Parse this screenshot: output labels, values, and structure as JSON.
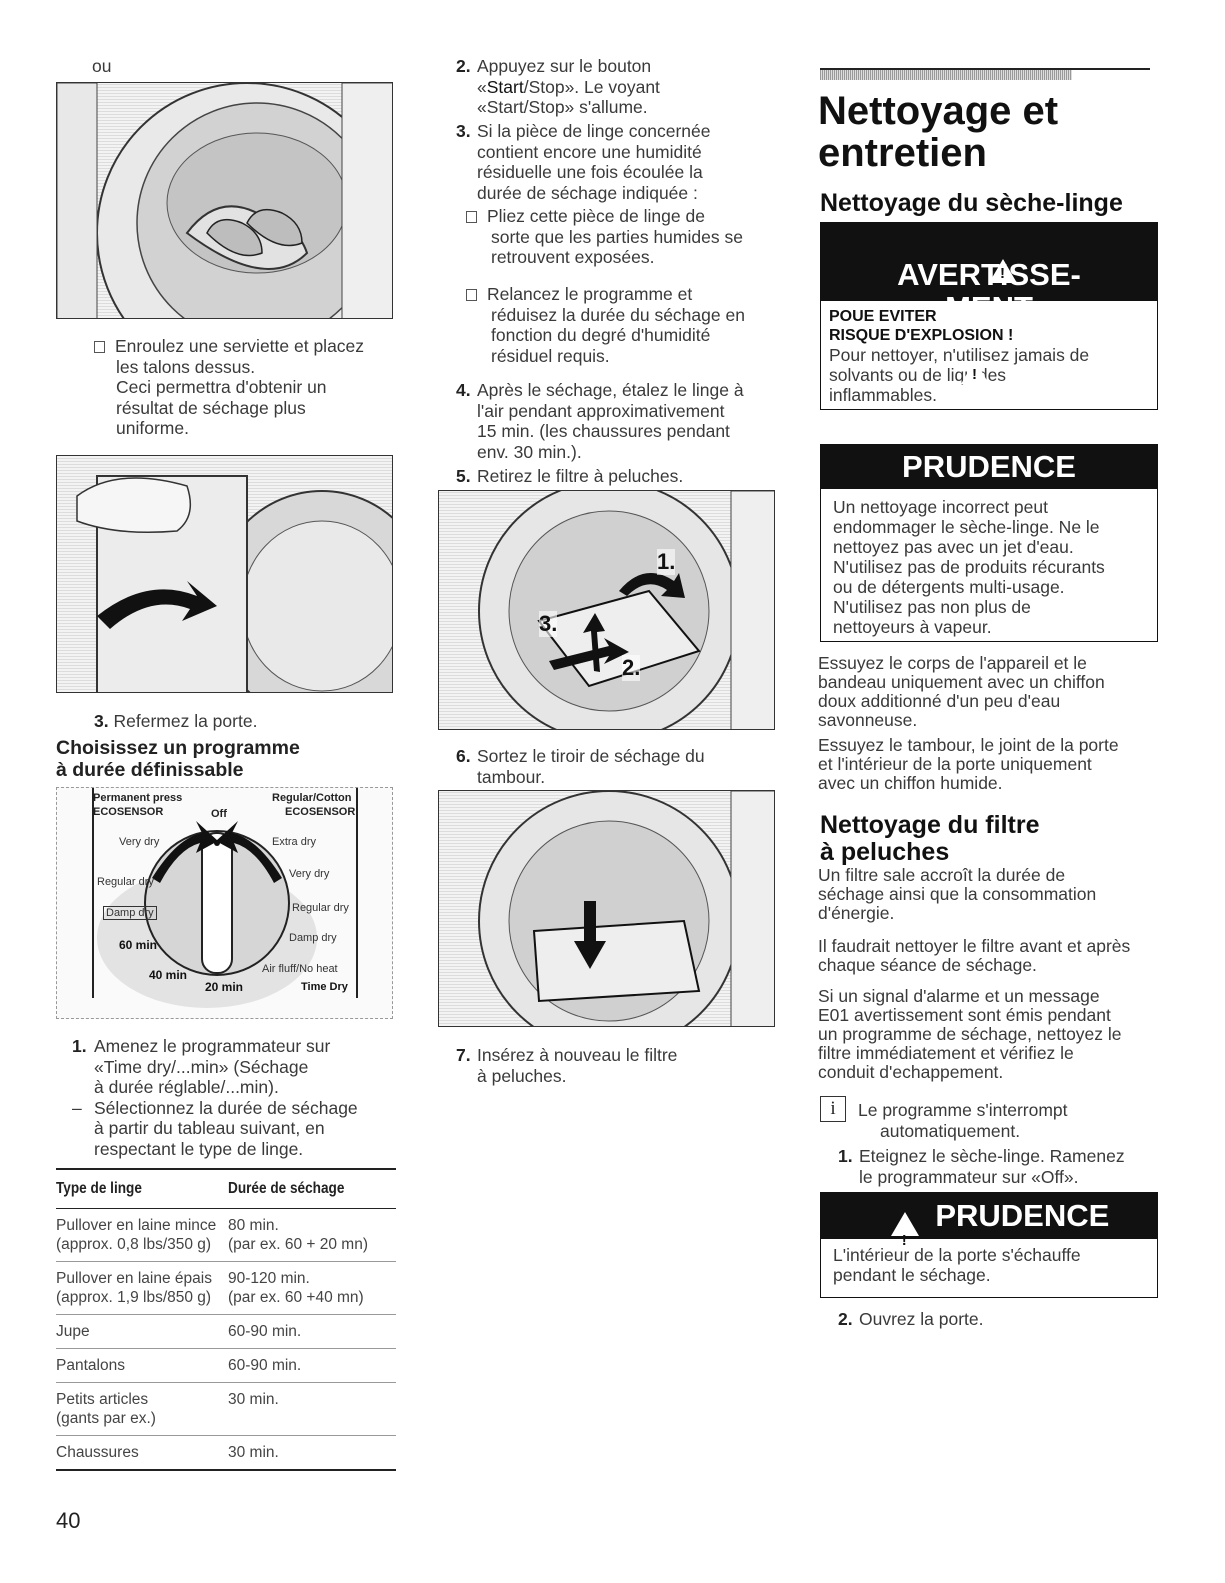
{
  "col1": {
    "ou": "ou",
    "bullet1": [
      "Enroulez une serviette et placez",
      "les talons dessus.",
      "Ceci permettra d'obtenir un",
      "résultat de séchage plus",
      "uniforme."
    ],
    "step3_num": "3.",
    "step3": "Refermez la porte.",
    "heading": [
      "Choisissez un programme",
      "à durée définissable"
    ],
    "dial": {
      "permanent_press": "Permanent press",
      "ecosensor_left": "ECOSENSOR",
      "off": "Off",
      "regular_cotton": "Regular/Cotton",
      "ecosensor_right": "ECOSENSOR",
      "very_left": "Very dry",
      "regular_dry_left": "Regular dry",
      "damp_dry_left": "Damp dry",
      "extra_dry": "Extra dry",
      "very_dry_right": "Very dry",
      "regular_dry_right": "Regular dry",
      "damp_dry_right": "Damp dry",
      "air_fluff": "Air fluff/No heat",
      "min60": "60 min",
      "min40": "40 min",
      "min20": "20 min",
      "time_dry": "Time Dry"
    },
    "step1_num": "1.",
    "step1": [
      "Amenez le programmateur sur",
      "«Time dry/...min» (Séchage",
      "à durée réglable/...min)."
    ],
    "dash": "–",
    "dash_text": [
      "Sélectionnez la durée de séchage",
      "à partir du tableau suivant, en",
      "respectant le type de linge."
    ],
    "table": {
      "headers": [
        "Type de linge",
        "Durée de séchage"
      ],
      "rows": [
        [
          [
            "Pullover en laine mince",
            "(approx. 0,8 lbs/350 g)"
          ],
          [
            "80 min.",
            "(par ex. 60 + 20 mn)"
          ]
        ],
        [
          [
            "Pullover en laine épais",
            "(approx. 1,9 lbs/850 g)"
          ],
          [
            "90-120 min.",
            "(par ex. 60 +40 mn)"
          ]
        ],
        [
          [
            "Jupe"
          ],
          [
            "60-90 min."
          ]
        ],
        [
          [
            "Pantalons"
          ],
          [
            "60-90 min."
          ]
        ],
        [
          [
            "Petits articles",
            "(gants par ex.)"
          ],
          [
            "30 min."
          ]
        ],
        [
          [
            "Chaussures"
          ],
          [
            "30 min."
          ]
        ]
      ]
    },
    "page_number": "40"
  },
  "col2": {
    "step2_num": "2.",
    "step2_a": "Appuyez sur le bouton",
    "step2_b_pre": "«",
    "step2_b_bold": "Start",
    "step2_b_post": "/Stop». Le voyant",
    "step2_c": "«Start/Stop» s'allume.",
    "step3_num": "3.",
    "step3": [
      "Si la pièce de linge concernée",
      "contient encore une humidité",
      "résiduelle une fois écoulée la",
      "durée de séchage indiquée :"
    ],
    "sub1": [
      "Pliez cette pièce de linge de",
      "sorte que les parties humides se",
      "retrouvent exposées."
    ],
    "sub2": [
      "Relancez le programme et",
      "réduisez la durée du séchage en",
      "fonction du degré d'humidité",
      "résiduel requis."
    ],
    "step4_num": "4.",
    "step4": [
      "Après le séchage, étalez le linge à",
      "l'air pendant approximativement",
      "15 min. (les chaussures pendant",
      "env. 30 min.)."
    ],
    "step5_num": "5.",
    "step5": "Retirez le filtre à peluches.",
    "fig_labels": [
      "1.",
      "2.",
      "3."
    ],
    "step6_num": "6.",
    "step6": [
      "Sortez le tiroir de séchage du",
      "tambour."
    ],
    "step7_num": "7.",
    "step7": [
      "Insérez à nouveau le filtre",
      "à peluches."
    ]
  },
  "col3": {
    "title": [
      "Nettoyage et",
      "entretien"
    ],
    "section1": "Nettoyage du sèche-linge",
    "warning_title": [
      "AVERTISSE-",
      "MENT"
    ],
    "warning_bold": [
      "POUE EVITER",
      "RISQUE D'EXPLOSION !"
    ],
    "warning_text": [
      "Pour nettoyer, n'utilisez jamais de",
      "solvants ou de liquides",
      "inflammables."
    ],
    "prudence1_title": "PRUDENCE",
    "prudence1_text": [
      "Un nettoyage incorrect peut",
      "endommager le sèche-linge. Ne le",
      "nettoyez pas avec un jet d'eau.",
      "N'utilisez pas de produits récurants",
      "ou de détergents multi-usage.",
      "N'utilisez pas non plus de",
      "nettoyeurs à vapeur."
    ],
    "para1": [
      "Essuyez le corps de l'appareil et le",
      "bandeau uniquement avec un chiffon",
      "doux additionné d'un peu d'eau",
      "savonneuse."
    ],
    "para2": [
      "Essuyez le tambour, le joint de la porte",
      "et l'intérieur de la porte uniquement",
      "avec un chiffon humide."
    ],
    "section2": [
      "Nettoyage du filtre",
      "à peluches"
    ],
    "para3": [
      "Un filtre sale accroît la durée de",
      "séchage ainsi que la consommation",
      "d'énergie."
    ],
    "para4": [
      "Il faudrait nettoyer le filtre avant et après",
      "chaque séance de séchage."
    ],
    "para5": [
      "Si un signal d'alarme et un message",
      "E01 avertissement sont émis pendant",
      "un programme de séchage, nettoyez le",
      "filtre immédiatement et vérifiez le",
      "conduit d'echappement."
    ],
    "info_icon": "i",
    "info_text": [
      "Le programme s'interrompt",
      "automatiquement."
    ],
    "step1_num": "1.",
    "step1": [
      "Eteignez le sèche-linge. Ramenez",
      "le programmateur sur «Off»."
    ],
    "prudence2_title": "PRUDENCE",
    "prudence2_text": [
      "L'intérieur de la porte s'échauffe",
      "pendant le séchage."
    ],
    "step2_num": "2.",
    "step2": "Ouvrez la porte."
  }
}
